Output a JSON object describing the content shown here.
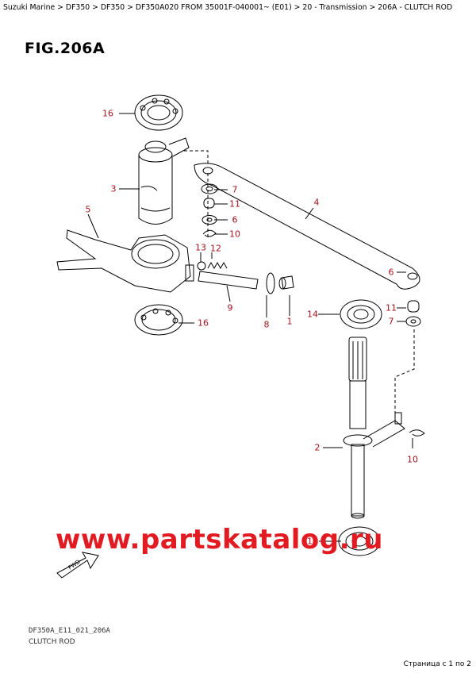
{
  "breadcrumb": "Suzuki Marine > DF350 > DF350 > DF350A020 FROM 35001F-040001~ (E01) > 20 - Transmission > 206A - CLUTCH ROD",
  "figure_title": "FIG.206A",
  "callouts": [
    "16",
    "3",
    "7",
    "11",
    "6",
    "10",
    "5",
    "13",
    "12",
    "4",
    "6",
    "9",
    "8",
    "1",
    "16",
    "14",
    "11",
    "7",
    "2",
    "10",
    "15"
  ],
  "fwd_label": "FWD",
  "watermark": "www.partskatalog.ru",
  "drawing_code": "DF350A_E11_021_206A",
  "drawing_name": "CLUTCH ROD",
  "page_info": "Страница с 1 по 2"
}
